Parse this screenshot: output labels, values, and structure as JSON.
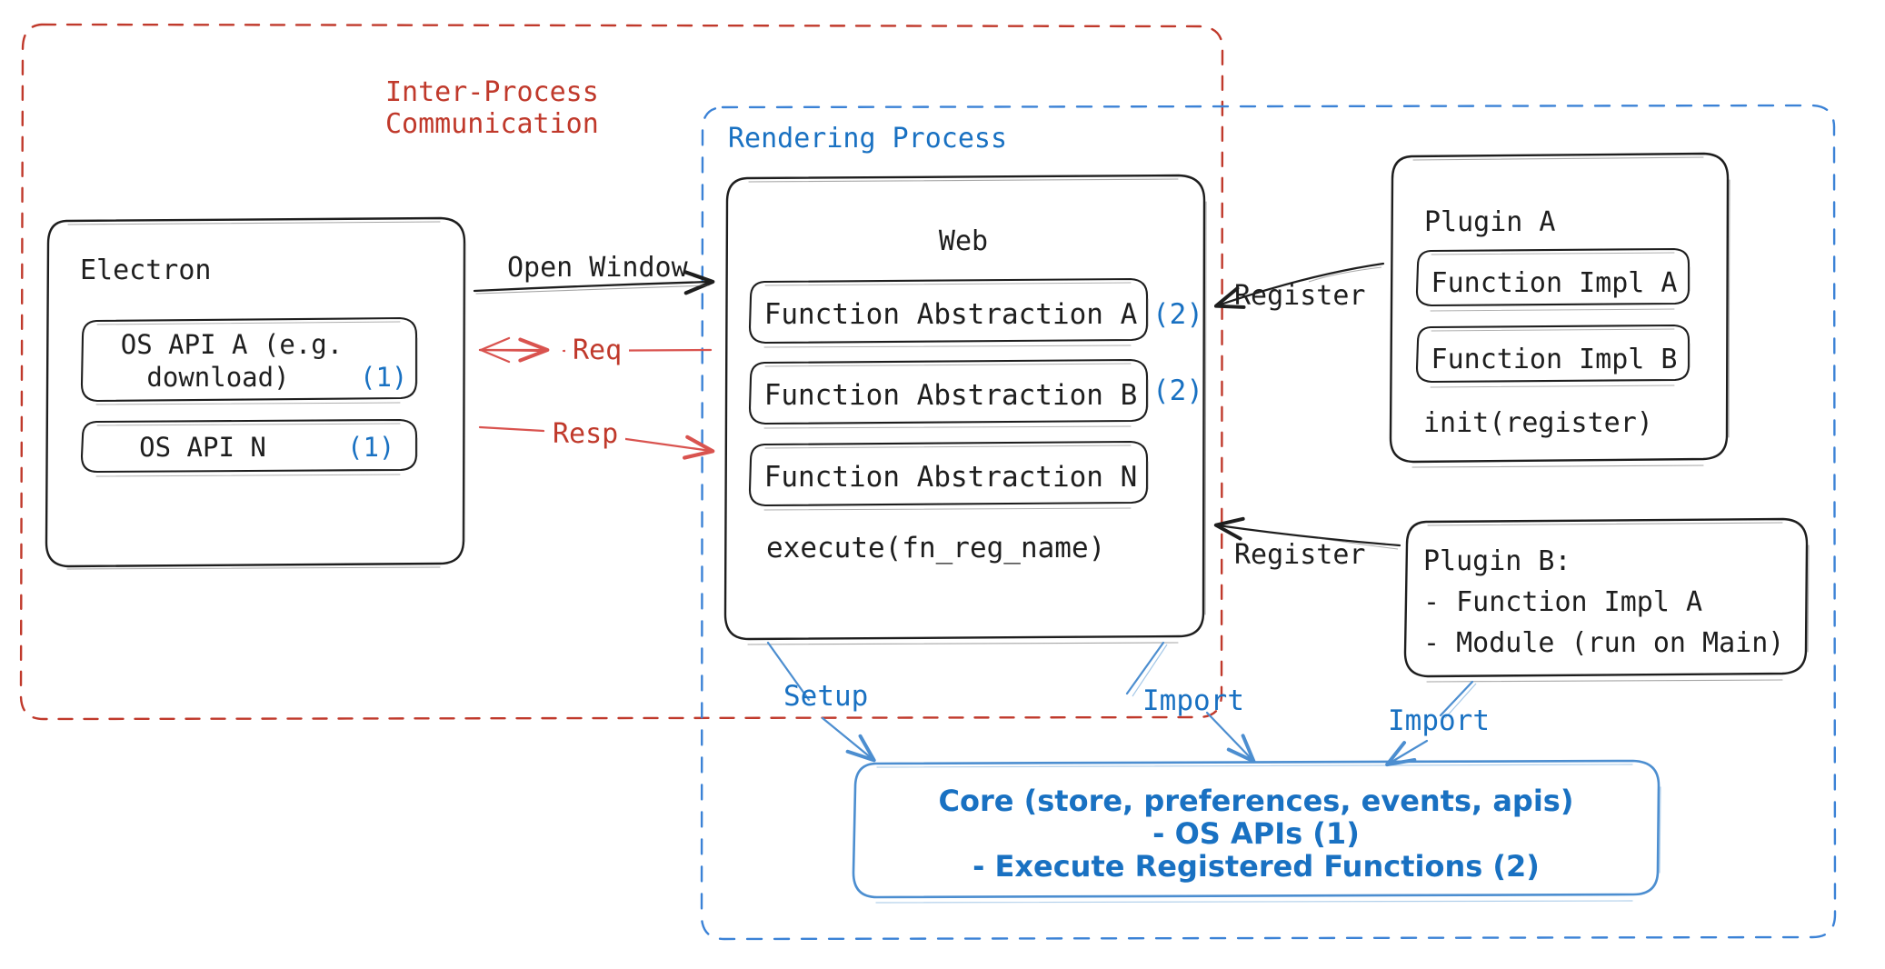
{
  "diagram": {
    "title_groups": {
      "ipc": {
        "line1": "Inter-Process",
        "line2": "Communication",
        "color": "#c0392b"
      },
      "rendering_process": {
        "label": "Rendering Process",
        "color": "#1971c2"
      }
    },
    "electron": {
      "title": "Electron",
      "apis": [
        {
          "line1": "OS API A (e.g.",
          "line2": "download)",
          "marker": "(1)"
        },
        {
          "line1": "OS API N",
          "marker": "(1)"
        }
      ]
    },
    "web": {
      "title": "Web",
      "abstractions": [
        {
          "label": "Function Abstraction A",
          "marker": "(2)"
        },
        {
          "label": "Function Abstraction B",
          "marker": "(2)"
        },
        {
          "label": "Function Abstraction N",
          "marker": ""
        }
      ],
      "footer": "execute(fn_reg_name)"
    },
    "plugin_a": {
      "title": "Plugin A",
      "items": [
        "Function Impl A",
        "Function Impl B"
      ],
      "footer": "init(register)"
    },
    "plugin_b": {
      "title": "Plugin B:",
      "items": [
        "- Function Impl A",
        "- Module (run on Main)"
      ]
    },
    "core": {
      "line1": "Core (store, preferences, events, apis)",
      "line2": "- OS APIs (1)",
      "line3": "- Execute Registered Functions (2)",
      "color": "#1971c2"
    },
    "edges": [
      {
        "name": "open-window",
        "label": "Open Window",
        "color": "#1e1e1e"
      },
      {
        "name": "req",
        "label": "Req",
        "color": "#c0392b"
      },
      {
        "name": "resp",
        "label": "Resp",
        "color": "#c0392b"
      },
      {
        "name": "register-plugin-a",
        "label": "Register",
        "color": "#1e1e1e"
      },
      {
        "name": "register-plugin-b",
        "label": "Register",
        "color": "#1e1e1e"
      },
      {
        "name": "setup",
        "label": "Setup",
        "color": "#1971c2"
      },
      {
        "name": "import-web",
        "label": "Import",
        "color": "#1971c2"
      },
      {
        "name": "import-plugin-b",
        "label": "Import",
        "color": "#1971c2"
      }
    ],
    "colors": {
      "stroke": "#1e1e1e",
      "red": "#c0392b",
      "blue": "#1971c2",
      "blue_soft": "#4c8ed0",
      "background": "#ffffff"
    }
  }
}
